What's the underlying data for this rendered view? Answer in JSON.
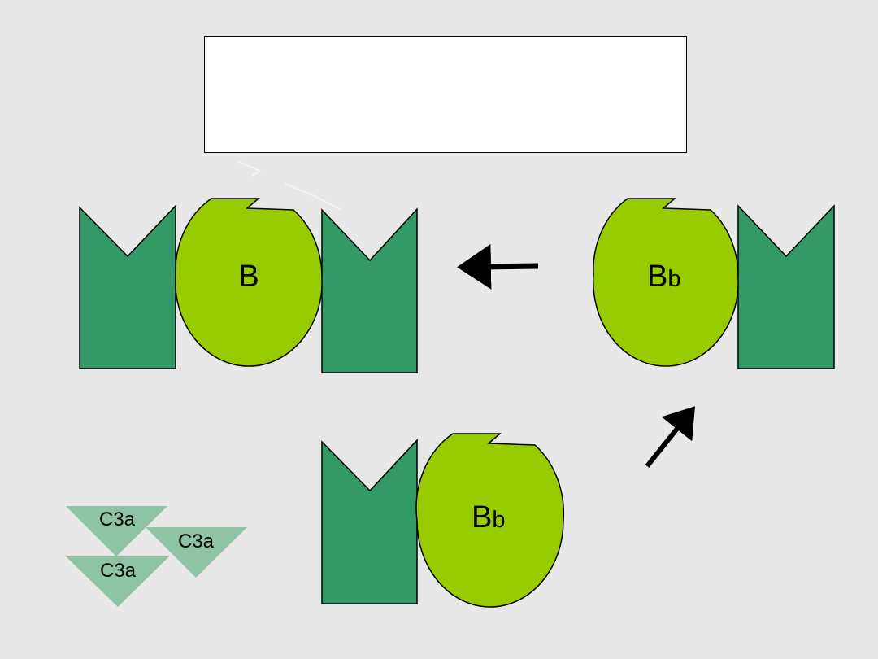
{
  "title_box": {
    "text": ""
  },
  "labels": {
    "factor_b": "B",
    "bb_main": "B",
    "bb_sub": "b",
    "c3a": "C3a"
  },
  "colors": {
    "background": "#e8e8e8",
    "c3b_dark_green": "#339966",
    "factor_b_lime": "#99cc00",
    "c3a_light_green": "#8fc3a6",
    "arrow": "#000000"
  }
}
